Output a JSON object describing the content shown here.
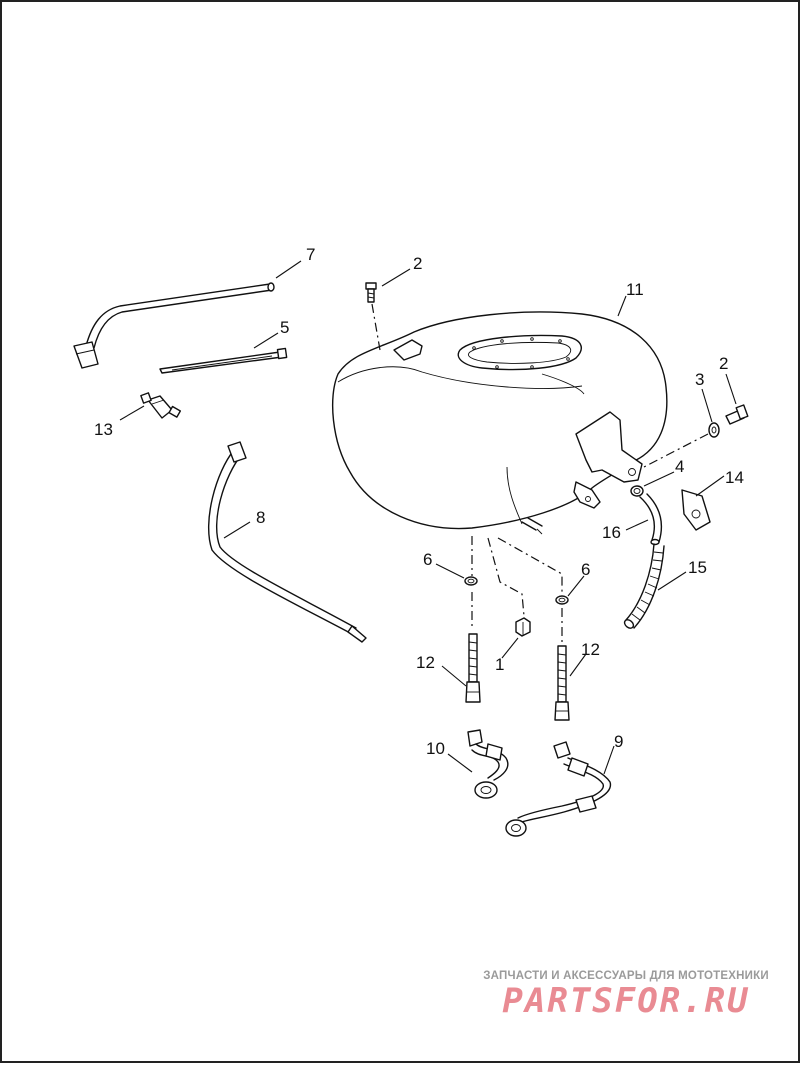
{
  "diagram": {
    "callouts": [
      "7",
      "2",
      "11",
      "5",
      "3",
      "2",
      "13",
      "4",
      "14",
      "8",
      "16",
      "6",
      "6",
      "15",
      "1",
      "12",
      "12",
      "10",
      "9"
    ]
  },
  "watermark": {
    "tagline": "ЗАПЧАСТИ И АКСЕССУАРЫ ДЛЯ МОТОТЕХНИКИ",
    "logo": "PARTSFOR.RU"
  }
}
